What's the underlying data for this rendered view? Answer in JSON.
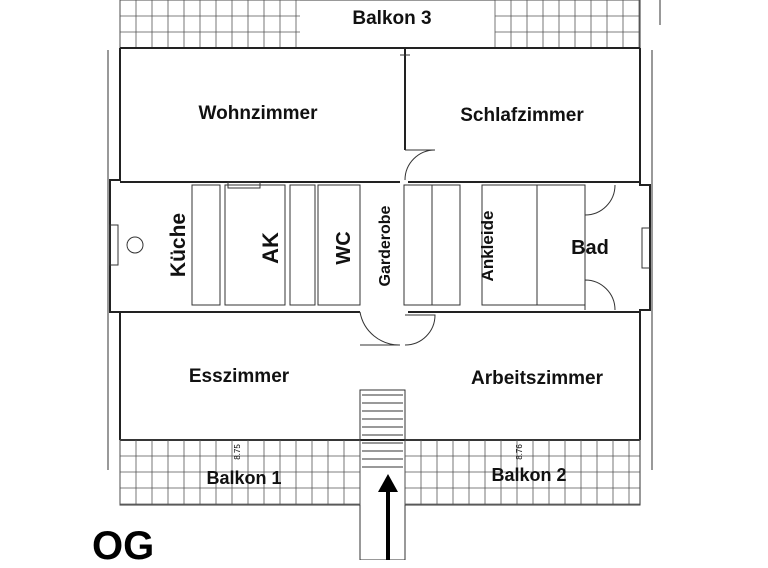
{
  "floor_label": "OG",
  "rooms": {
    "balkon3": "Balkon 3",
    "wohnzimmer": "Wohnzimmer",
    "schlafzimmer": "Schlafzimmer",
    "kueche": "Küche",
    "ak": "AK",
    "wc": "WC",
    "garderobe": "Garderobe",
    "ankleide": "Ankleide",
    "bad": "Bad",
    "esszimmer": "Esszimmer",
    "arbeitszimmer": "Arbeitszimmer",
    "balkon1": "Balkon 1",
    "balkon2": "Balkon 2"
  },
  "dimensions": {
    "balkon1_width": "8.75",
    "balkon2_width": "8.76"
  }
}
